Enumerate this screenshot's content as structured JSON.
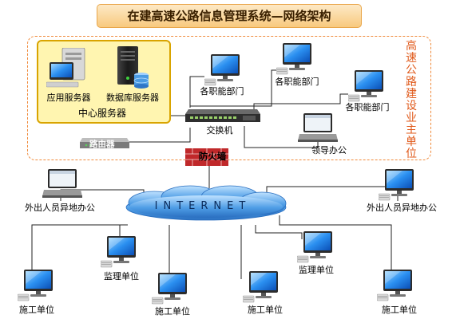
{
  "title": "在建高速公路信息管理系统—网络架构",
  "owner_unit_label": "高速公路建设业主单位",
  "center": {
    "group_label": "中心服务器",
    "app_server": "应用服务器",
    "db_server": "数据库服务器"
  },
  "nodes": {
    "dept_1": "各职能部门",
    "dept_2": "各职能部门",
    "dept_3": "各职能部门",
    "switch": "交换机",
    "router": "路由器",
    "leader": "领导办公",
    "firewall": "防火墙",
    "internet": "INTERNET",
    "remote_left": "外出人员异地办公",
    "remote_right": "外出人员异地办公",
    "supervision_1": "监理单位",
    "supervision_2": "监理单位",
    "construction_1": "施工单位",
    "construction_2": "施工单位",
    "construction_3": "施工单位",
    "construction_4": "施工单位"
  },
  "colors": {
    "title_border": "#e9a64a",
    "owner_border": "#f08a3a",
    "center_fill": "#fff5b0",
    "internet_cloud": "#3f8fd9",
    "firewall": "#c0282a"
  },
  "icons": {
    "computer": "desktop-computer-icon",
    "laptop": "laptop-icon",
    "server": "server-tower-icon",
    "switch": "network-switch-icon",
    "router": "router-icon",
    "firewall": "firewall-brick-icon",
    "cloud": "cloud-icon"
  }
}
